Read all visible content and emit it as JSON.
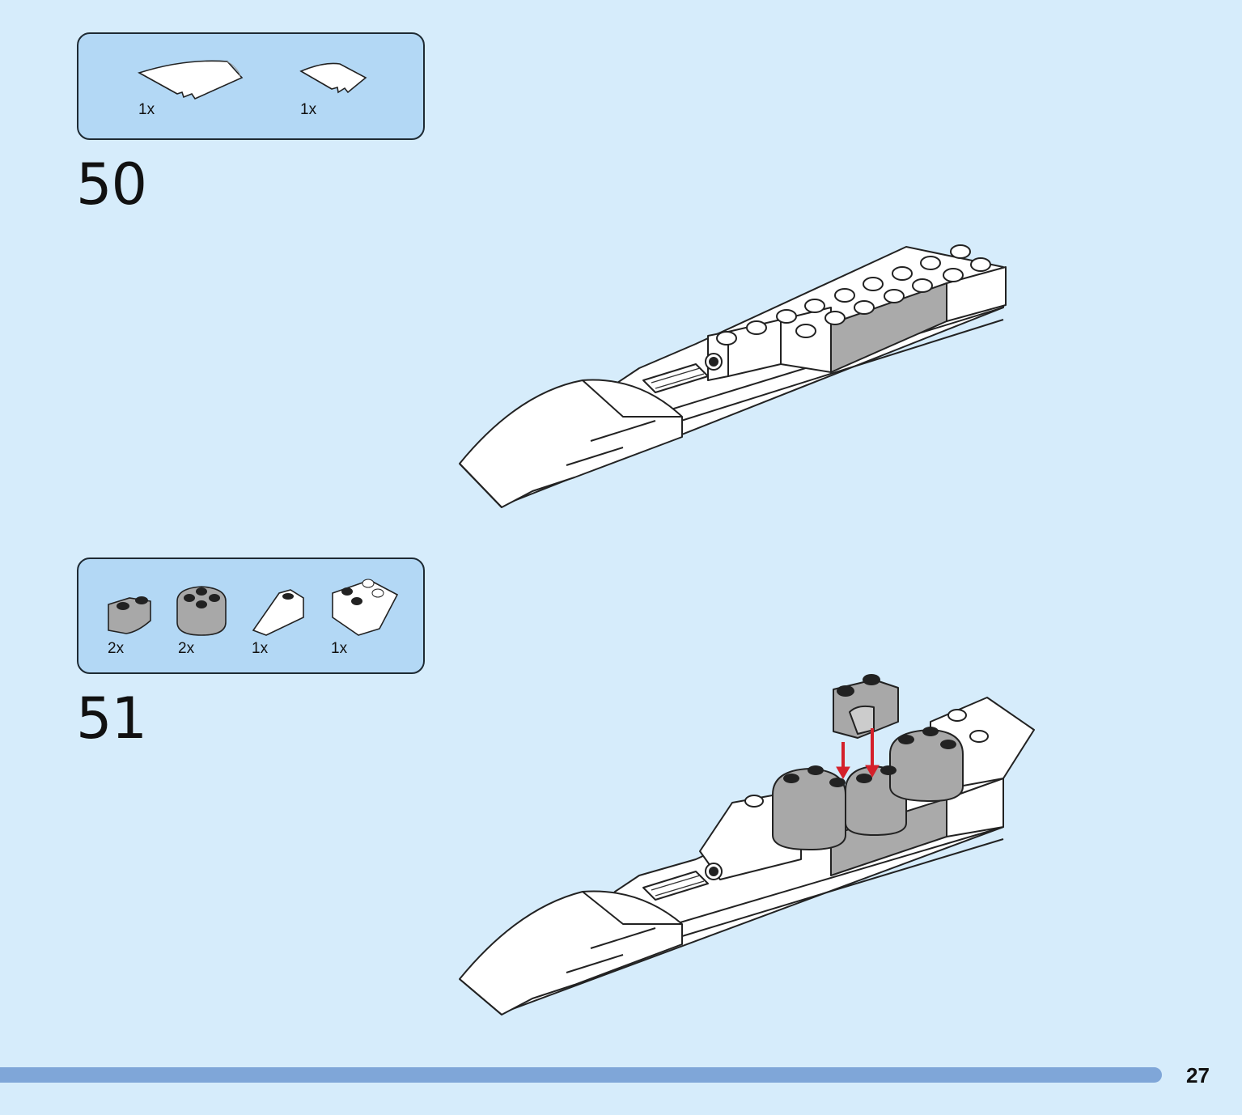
{
  "steps": [
    {
      "number": "50",
      "parts": [
        {
          "name": "white-curved-slope-long",
          "qty": "1x"
        },
        {
          "name": "white-curved-slope-short",
          "qty": "1x"
        }
      ]
    },
    {
      "number": "51",
      "parts": [
        {
          "name": "gray-round-brick-half",
          "qty": "2x"
        },
        {
          "name": "gray-round-brick",
          "qty": "2x"
        },
        {
          "name": "white-slope-brick",
          "qty": "1x"
        },
        {
          "name": "white-inverted-slope-brick",
          "qty": "1x"
        }
      ]
    }
  ],
  "page_number": "27",
  "colors": {
    "background": "#d6ecfb",
    "parts_box": "#b3d8f5",
    "footer_bar": "#7fa6d8",
    "arrow": "#d4202a",
    "gray_brick": "#a8a8a8"
  }
}
